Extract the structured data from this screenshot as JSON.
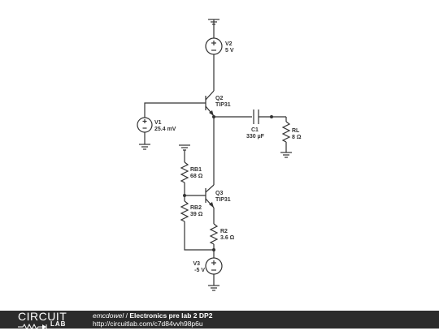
{
  "components": {
    "v2": {
      "name": "V2",
      "value": "5 V"
    },
    "q2": {
      "name": "Q2",
      "part": "TIP31"
    },
    "v1": {
      "name": "V1",
      "value": "25.4 mV"
    },
    "c1": {
      "name": "C1",
      "value": "330 µF"
    },
    "rl": {
      "name": "RL",
      "value": "8 Ω"
    },
    "rb1": {
      "name": "RB1",
      "value": "68 Ω"
    },
    "q3": {
      "name": "Q3",
      "part": "TIP31"
    },
    "rb2": {
      "name": "RB2",
      "value": "39 Ω"
    },
    "r2": {
      "name": "R2",
      "value": "3.6 Ω"
    },
    "v3": {
      "name": "V3",
      "value": "-5 V"
    }
  },
  "footer": {
    "logo_top": "CIRCUIT",
    "logo_bottom": "LAB",
    "author": "emcdowel",
    "separator": " / ",
    "title": "Electronics pre lab 2 DP2",
    "url": "http://circuitlab.com/c7d84vvh98p6u"
  },
  "colors": {
    "wire": "#333333",
    "footer_bg": "#2b2b2b",
    "footer_text": "#ffffff"
  }
}
